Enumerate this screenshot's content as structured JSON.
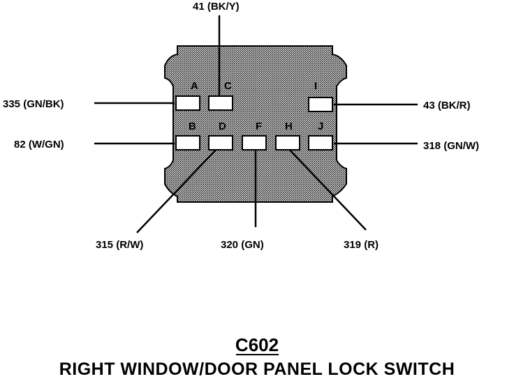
{
  "connector": {
    "code": "C602",
    "name": "RIGHT WINDOW/DOOR PANEL LOCK SWITCH"
  },
  "pins": {
    "A": "A",
    "C": "C",
    "I": "I",
    "B": "B",
    "D": "D",
    "F": "F",
    "H": "H",
    "J": "J"
  },
  "wires": {
    "top": "41 (BK/Y)",
    "left_a": "335 (GN/BK)",
    "left_b": "82 (W/GN)",
    "right_i": "43 (BK/R)",
    "right_j": "318 (GN/W)",
    "bottom_d": "315 (R/W)",
    "bottom_f": "320 (GN)",
    "bottom_h": "319 (R)"
  },
  "colors": {
    "ink": "#000000",
    "body_fill": "#9a9a9a",
    "background": "#ffffff"
  }
}
